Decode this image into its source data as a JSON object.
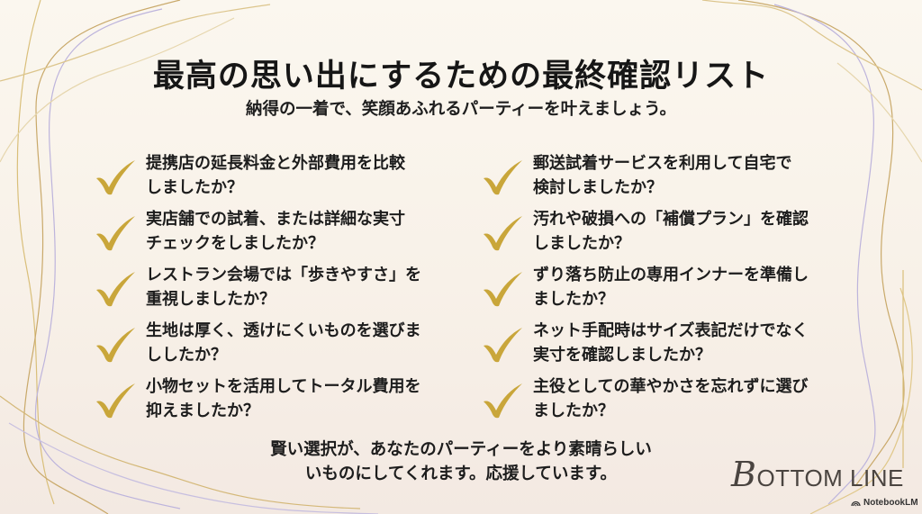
{
  "title": "最高の思い出にするための最終確認リスト",
  "subtitle": "納得の一着で、笑顔あふれるパーティーを叶えましょう。",
  "checklist": {
    "left": [
      {
        "line1": "提携店の延長料金と外部費用を比較",
        "line2": "しましたか？"
      },
      {
        "line1": "実店舗での試着、または詳細な実寸",
        "line2": "チェックをしましたか？"
      },
      {
        "line1": "レストラン会場では「歩きやすさ」を",
        "line2": "重視しましたか？"
      },
      {
        "line1": "生地は厚く、透けにくいものを選びま",
        "line2": "ししたか？"
      },
      {
        "line1": "小物セットを活用してトータル費用を",
        "line2": "抑えましたか？"
      }
    ],
    "right": [
      {
        "line1": "郵送試着サービスを利用して自宅で",
        "line2": "検討しましたか？"
      },
      {
        "line1": "汚れや破損への「補償プラン」を確認",
        "line2": "しましたか？"
      },
      {
        "line1": "ずり落ち防止の専用インナーを準備し",
        "line2": "ましたか？"
      },
      {
        "line1": "ネット手配時はサイズ表記だけでなく",
        "line2": "実寸を確認しましたか？"
      },
      {
        "line1": "主役としての華やかさを忘れずに選び",
        "line2": "ましたか？"
      }
    ],
    "icon": "gold-checkmark-icon"
  },
  "closing": {
    "line1": "賢い選択が、あなたのパーティーをより素晴らしい",
    "line2": "いものにしてくれます。応援しています。"
  },
  "brand": {
    "initial": "B",
    "rest": "OTTOM LINE"
  },
  "watermark": {
    "label": "NotebookLM",
    "icon": "notebooklm-logo-icon"
  },
  "colors": {
    "background": "#fbf7ef",
    "gold": "#c9a63a",
    "lavender": "#b9b1d8",
    "text": "#1c1c1c"
  }
}
